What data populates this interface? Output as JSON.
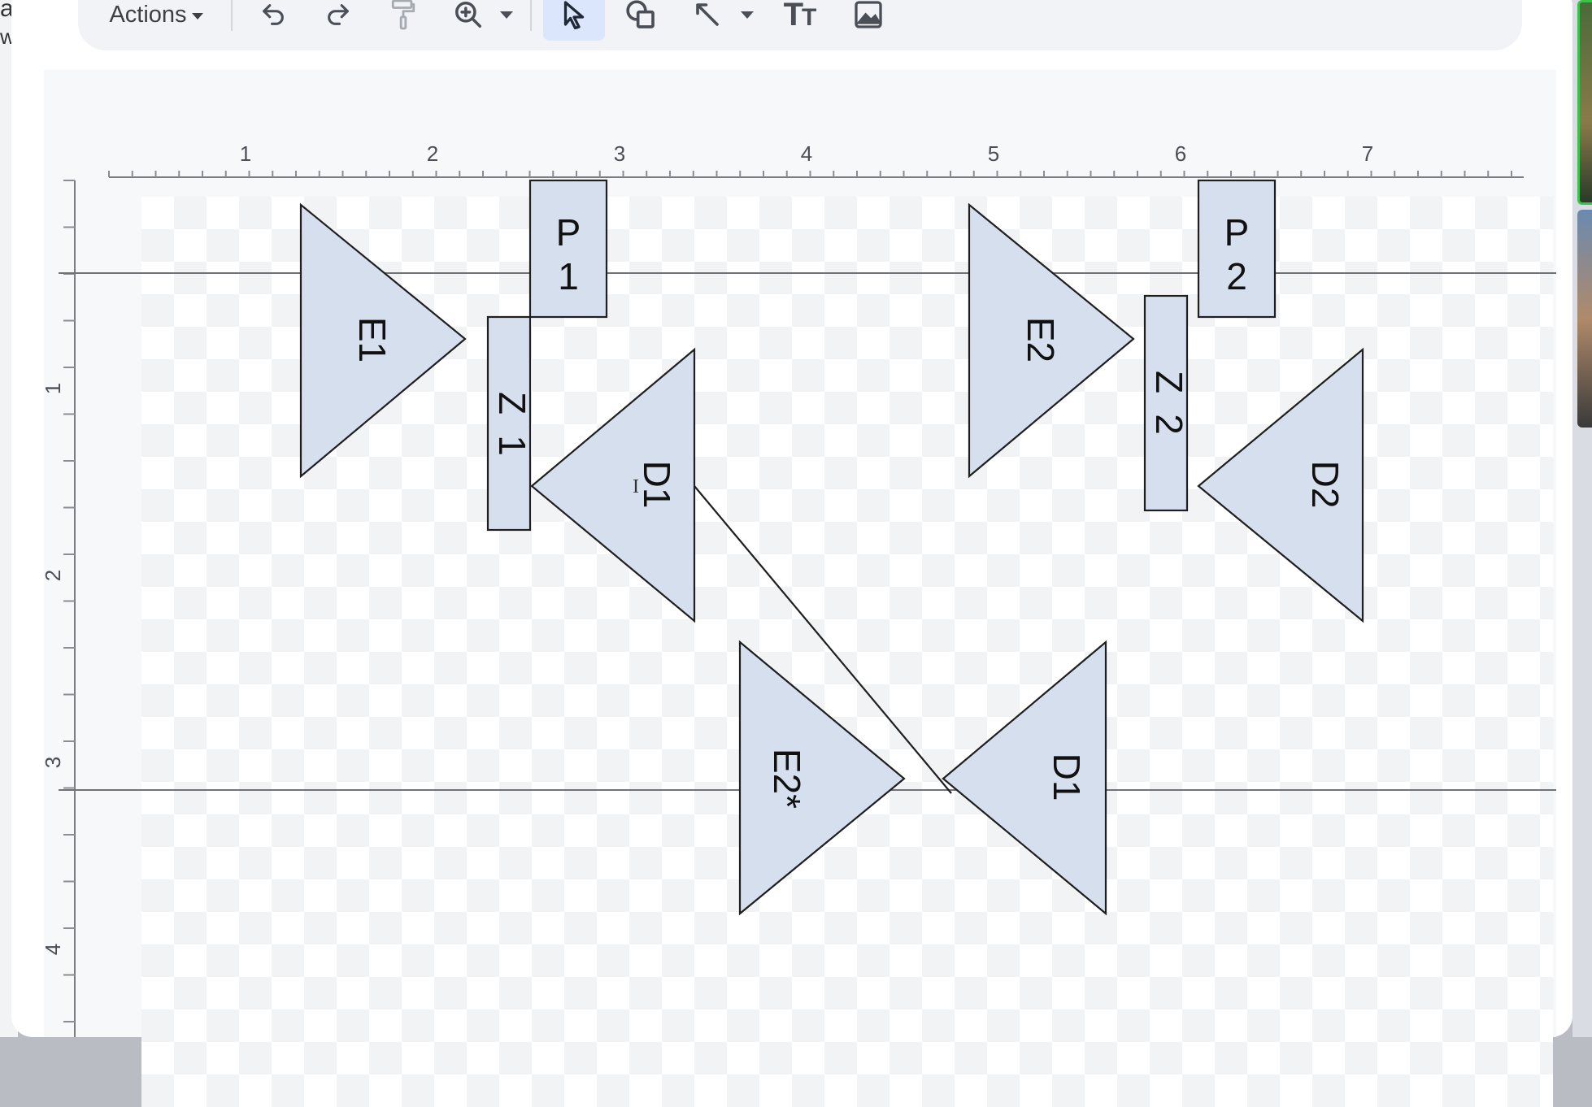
{
  "toolbar": {
    "actions_label": "Actions",
    "buttons": [
      "undo-icon",
      "redo-icon",
      "paint-format-icon",
      "zoom-icon",
      "select-icon",
      "shape-icon",
      "line-icon",
      "text-box-icon",
      "image-icon"
    ],
    "text_glyph_big": "T",
    "text_glyph_small": "T",
    "active_tool": "select"
  },
  "ruler": {
    "horizontal_labels": [
      "1",
      "2",
      "3",
      "4",
      "5",
      "6",
      "7"
    ],
    "vertical_labels": [
      "1",
      "2",
      "3",
      "4"
    ]
  },
  "shapes": {
    "e1": "E1",
    "p1_a": "P",
    "p1_b": "1",
    "z1_a": "Z",
    "z1_b": "1",
    "d1_top": "D1",
    "e2": "E2",
    "p2_a": "P",
    "p2_b": "2",
    "z2_a": "Z",
    "z2_b": "2",
    "d2": "D2",
    "e2_star": "E2*",
    "d1_bottom": "D1"
  },
  "colors": {
    "shape_fill": "#d6dfee",
    "shape_stroke": "#1f1f1f",
    "guide_line": "#6f7377",
    "active_tool_bg": "#dbe5fb"
  },
  "background_fragments": [
    "a",
    "w"
  ]
}
